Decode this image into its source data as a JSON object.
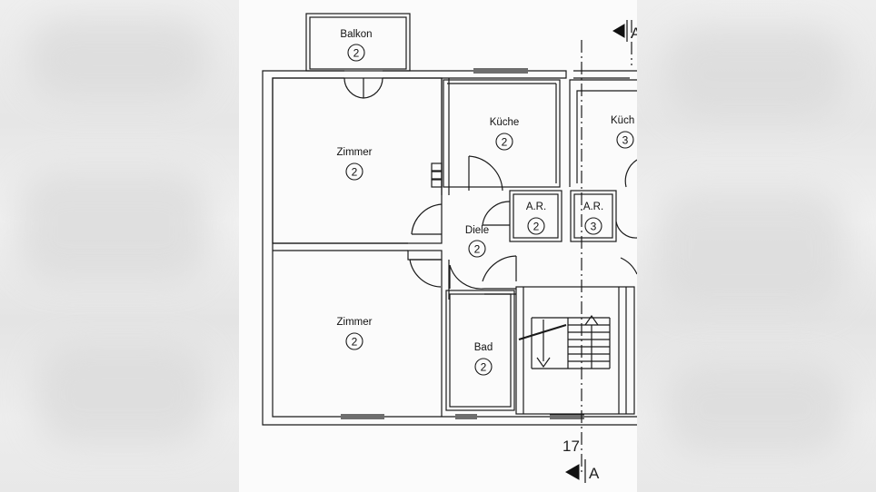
{
  "rooms": {
    "balkon": {
      "label": "Balkon",
      "number": "2"
    },
    "zimmer_top": {
      "label": "Zimmer",
      "number": "2"
    },
    "kueche_2": {
      "label": "Küche",
      "number": "2"
    },
    "kueche_3": {
      "label": "Küch",
      "number": "3"
    },
    "ar_2": {
      "label": "A.R.",
      "number": "2"
    },
    "ar_3": {
      "label": "A.R.",
      "number": "3"
    },
    "diele": {
      "label": "Diele",
      "number": "2"
    },
    "zimmer_bottom": {
      "label": "Zimmer",
      "number": "2"
    },
    "bad": {
      "label": "Bad",
      "number": "2"
    }
  },
  "section_marker": {
    "top_label": "A",
    "bottom_label": "A",
    "axis_number": "17"
  },
  "colors": {
    "line": "#1a1a1a",
    "paper": "#fbfbfb",
    "background": "#ececec"
  }
}
